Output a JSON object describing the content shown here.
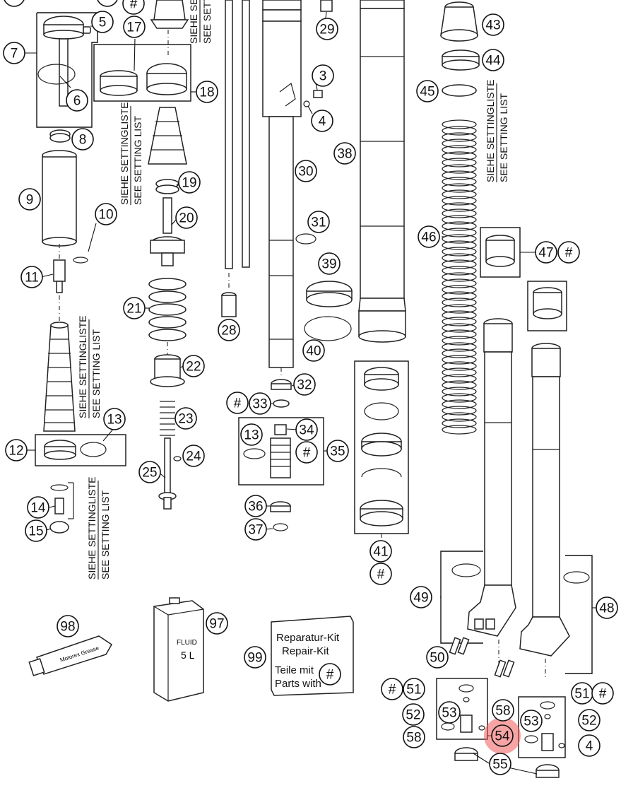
{
  "diagram": {
    "setting_note": {
      "de": "SIEHE SETTINGLISTE",
      "en": "SEE SETTING LIST",
      "de_truncated": "SIEHE SE",
      "en_truncated": "SEE SETTI"
    },
    "hash_symbol": "#",
    "repair_kit": {
      "title_de": "Reparatur-Kit",
      "title_en": "Repair-Kit",
      "parts_de": "Teile mit",
      "parts_en": "Parts with",
      "symbol": "#"
    },
    "product_labels": {
      "tube_brand": "Motorex Grease",
      "can_label": "FLUID",
      "can_volume": "5 L"
    },
    "highlight": {
      "number": "54",
      "color": "#f05a5a"
    },
    "callout_numbers": [
      "3",
      "4",
      "5",
      "6",
      "7",
      "8",
      "9",
      "10",
      "11",
      "12",
      "13",
      "14",
      "15",
      "17",
      "18",
      "19",
      "20",
      "21",
      "22",
      "23",
      "24",
      "25",
      "28",
      "29",
      "30",
      "31",
      "32",
      "33",
      "34",
      "35",
      "36",
      "37",
      "38",
      "39",
      "40",
      "41",
      "43",
      "44",
      "45",
      "46",
      "47",
      "48",
      "49",
      "50",
      "51",
      "52",
      "53",
      "54",
      "55",
      "58",
      "97",
      "98",
      "99"
    ]
  }
}
